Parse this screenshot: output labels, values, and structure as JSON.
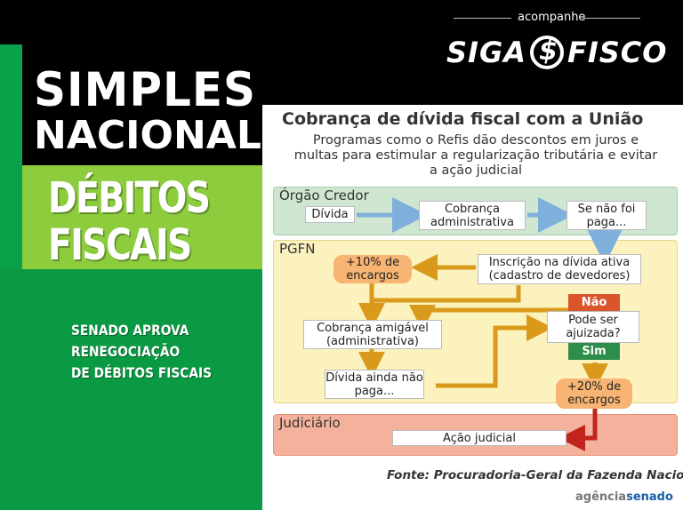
{
  "header": {
    "acompanhe": "acompanhe",
    "logo_part1": "SIGA",
    "logo_part2": "FISCO"
  },
  "left": {
    "title_line1": "SIMPLES",
    "title_line2": "NACIONAL",
    "subtitle_line1": "DÉBITOS",
    "subtitle_line2": "FISCAIS",
    "headline": [
      "SENADO  APROVA",
      "RENEGOCIAÇÃO",
      "DE DÉBITOS FISCAIS"
    ]
  },
  "infographic": {
    "title": "Cobrança de dívida fiscal com a União",
    "subtitle": "Programas como o Refis dão descontos em juros e multas para estimular a regularização tributária e evitar a  ação judicial",
    "sections": {
      "orgao": "Órgão Credor",
      "pgfn": "PGFN",
      "judiciario": "Judiciário"
    },
    "boxes": {
      "divida": "Dívida",
      "cobranca_admin": "Cobrança administrativa",
      "se_nao_paga": "Se não foi paga...",
      "inscricao": "Inscrição na dívida ativa (cadastro de devedores)",
      "mais10": "+10% de encargos",
      "cobranca_amigavel": "Cobrança amigável (administrativa)",
      "divida_ainda": "Dívida ainda não paga...",
      "pode_ser": "Pode ser ajuizada?",
      "nao": "Não",
      "sim": "Sim",
      "mais20": "+20% de encargos",
      "acao_judicial": "Ação judicial"
    },
    "source": "Fonte: Procuradoria-Geral da Fazenda Nacional",
    "agency_part1": "agência",
    "agency_part2": "senado"
  },
  "colors": {
    "green_dark": "#0a9a43",
    "green_light": "#8ccc3d",
    "orange_box": "#f7b473",
    "arrow_gold": "#d99a1c",
    "arrow_blue": "#7fb0dc",
    "arrow_red": "#c0241c"
  }
}
